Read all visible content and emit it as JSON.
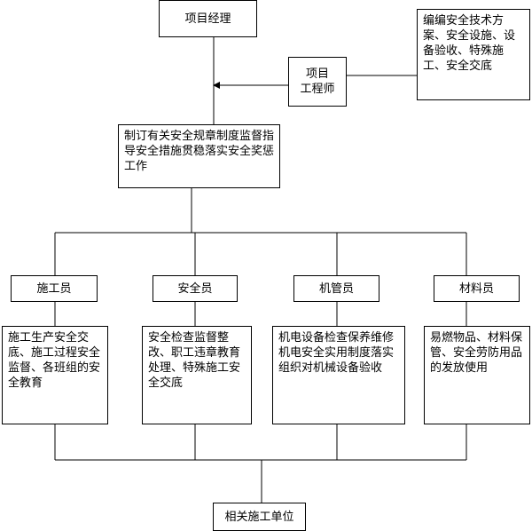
{
  "diagram": {
    "top": {
      "label": "项目经理"
    },
    "engineer": {
      "label_line1": "项目",
      "label_line2": "工程师"
    },
    "engineer_duties": {
      "text": "编编安全技术方案、安全设施、设备验收、特殊施工、安全交底"
    },
    "management": {
      "text": "制订有关安全规章制度监督指导安全措施贯稳落实安全奖惩工作"
    },
    "roles": [
      {
        "label": "施工员",
        "duties": "施工生产安全交底、施工过程安全监督、各班组的安全教育"
      },
      {
        "label": "安全员",
        "duties": "安全检查监督整改、职工违章教育处理、特殊施工安全交底"
      },
      {
        "label": "机管员",
        "duties": "机电设备检查保养维修机电安全实用制度落实组织对机械设备验收"
      },
      {
        "label": "材料员",
        "duties": "易燃物品、材料保管、安全劳防用品的发放使用"
      }
    ],
    "bottom": {
      "label": "相关施工单位"
    }
  }
}
